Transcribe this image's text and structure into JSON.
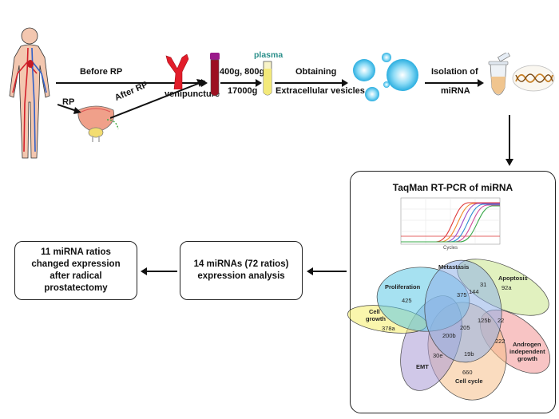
{
  "flow": {
    "before_rp": "Before RP",
    "rp": "RP",
    "after_rp": "After RP",
    "venipuncture": "venipuncture",
    "centrifuge_speeds": "400g, 800g",
    "centrifuge_high": "17000g",
    "plasma": "plasma",
    "obtaining": "Obtaining",
    "extracellular_vesicles": "Extracellular vesicles",
    "isolation_line1": "Isolation of",
    "isolation_line2": "miRNA"
  },
  "taqman_box": {
    "title": "TaqMan RT-PCR of miRNA",
    "pcr_x_label": "Cycles"
  },
  "venn": {
    "sets": {
      "metastasis": "Metastasis",
      "proliferation": "Proliferation",
      "apoptosis": "Apoptosis",
      "cell_growth_1": "Cell",
      "cell_growth_2": "growth",
      "androgen_1": "Androgen",
      "androgen_2": "independent",
      "androgen_3": "growth",
      "emt": "EMT",
      "cell_cycle": "Cell cycle"
    },
    "values": {
      "v31": "31",
      "v92a": "92a",
      "v144": "144",
      "v425": "425",
      "v375": "375",
      "v378a": "378a",
      "v125b": "125b",
      "v22": "22",
      "v205": "205",
      "v200b": "200b",
      "v222": "222",
      "v30e": "30e",
      "v19b": "19b",
      "v660": "660"
    }
  },
  "analysis_box": {
    "line1": "14 miRNAs (72 ratios)",
    "line2": "expression analysis"
  },
  "result_box": {
    "line1": "11 miRNA ratios",
    "line2": "changed expression",
    "line3": "after radical",
    "line4": "prostatectomy"
  },
  "colors": {
    "metastasis": "#8fb0e8",
    "proliferation": "#5cc9e6",
    "apoptosis": "#c9e58a",
    "cell_growth": "#f5ee6a",
    "androgen": "#f29494",
    "emt": "#a99ad6",
    "cell_cycle": "#f6c08a",
    "plasma": "#f3e97a",
    "blood": "#9c1020",
    "vessel": "#e21d2a",
    "vesicle": "#4bbfe8"
  }
}
